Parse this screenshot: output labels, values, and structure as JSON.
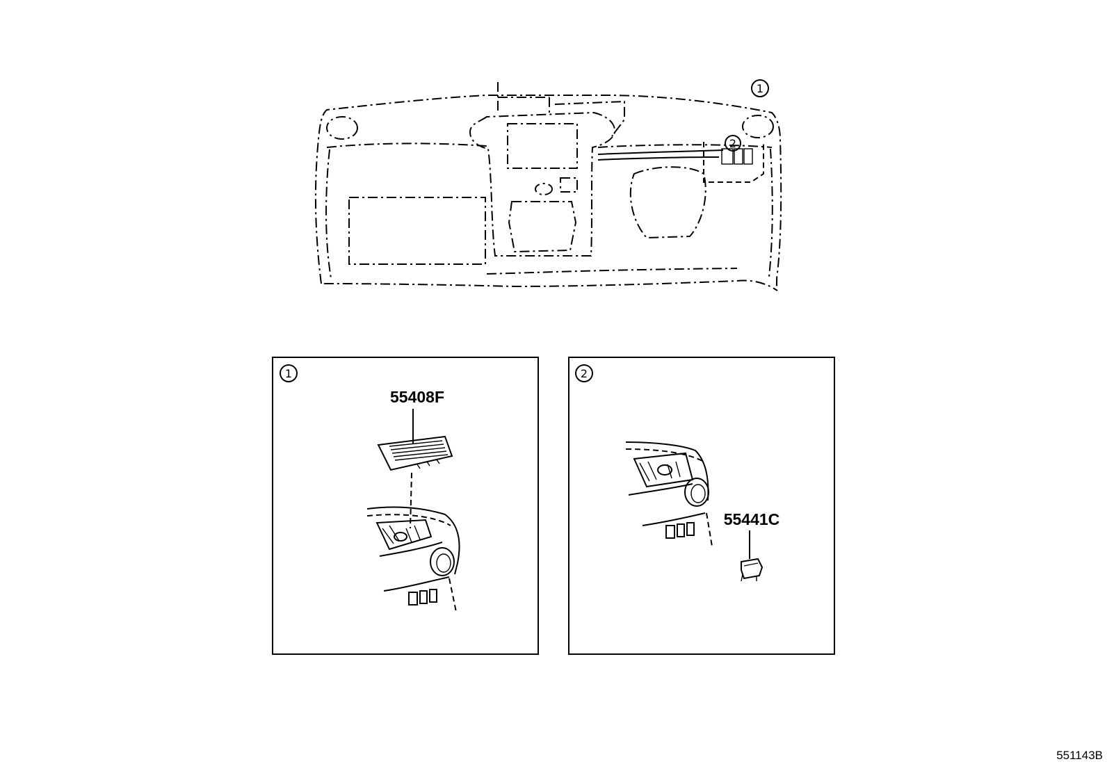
{
  "overview": {
    "callout_1": "1",
    "callout_2": "2"
  },
  "detail_1": {
    "callout": "1",
    "part_number": "55408F"
  },
  "detail_2": {
    "callout": "2",
    "part_number": "55441C"
  },
  "figure_code": "551143B"
}
